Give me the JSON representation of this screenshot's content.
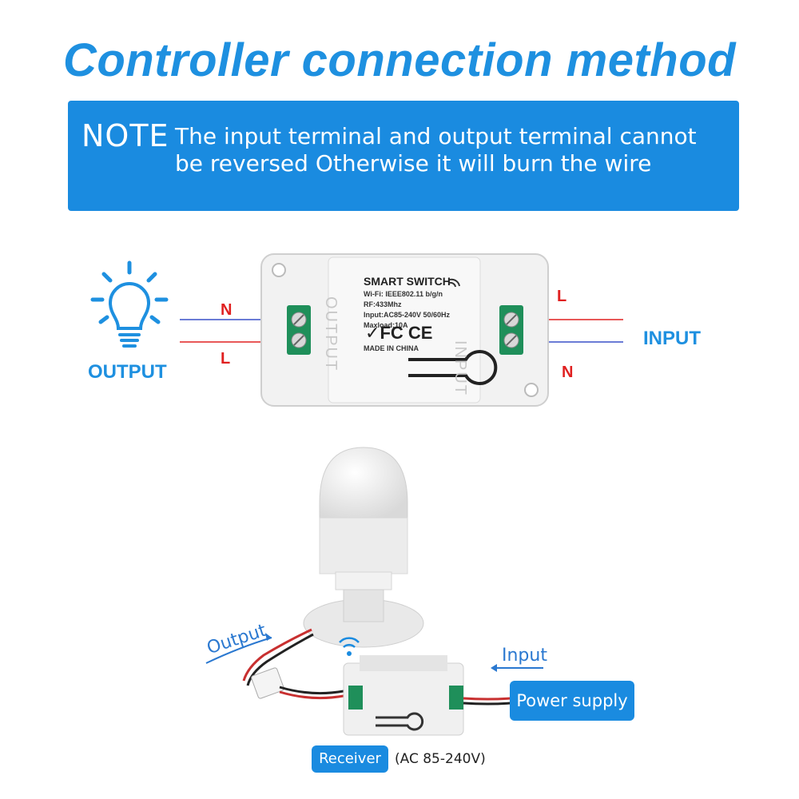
{
  "title": "Controller connection method",
  "note": {
    "label": "NOTE",
    "text": "The input terminal and output terminal cannot be reversed Otherwise it will burn the wire"
  },
  "wiring": {
    "left_label": "OUTPUT",
    "right_label": "INPUT",
    "left_top_wire": "N",
    "left_bottom_wire": "L",
    "right_top_wire": "L",
    "right_bottom_wire": "N"
  },
  "device": {
    "title": "SMART SWITCH",
    "specs": [
      "Wi-Fi: IEEE802.11 b/g/n",
      "RF:433Mhz",
      "Input:AC85-240V  50/60Hz",
      "Maxload:10A"
    ],
    "certs": "FC CE",
    "origin": "MADE IN CHINA",
    "side_left": "OUTPUT",
    "side_right": "INPUT"
  },
  "photo": {
    "output_label": "Output",
    "input_label": "Input",
    "power_supply": "Power supply",
    "receiver": "Receiver",
    "voltage": "(AC 85-240V)"
  },
  "colors": {
    "accent": "#1a8be0",
    "title": "#1e90e0",
    "wire_red": "#e02020",
    "wire_blue": "#3a50c8"
  }
}
